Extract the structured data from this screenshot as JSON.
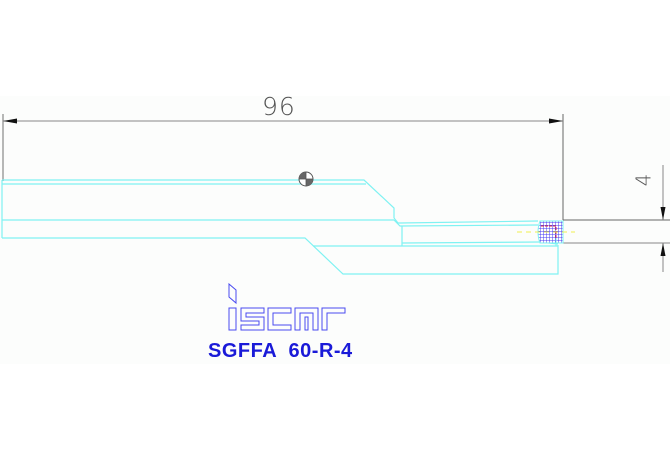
{
  "drawing": {
    "dimensions": {
      "overall_length": "96",
      "insert_width": "4"
    },
    "brand": {
      "logo_text": "iscar"
    },
    "part_number": "SGFFA  60-R-4",
    "colors": {
      "outline": "#7ff2f2",
      "dimension_line": "#777777",
      "insert_hatch": "#4a3cf0",
      "label": "#1a1ad8",
      "centerline": "#f0f050",
      "insert_marker": "#e0304a"
    }
  }
}
